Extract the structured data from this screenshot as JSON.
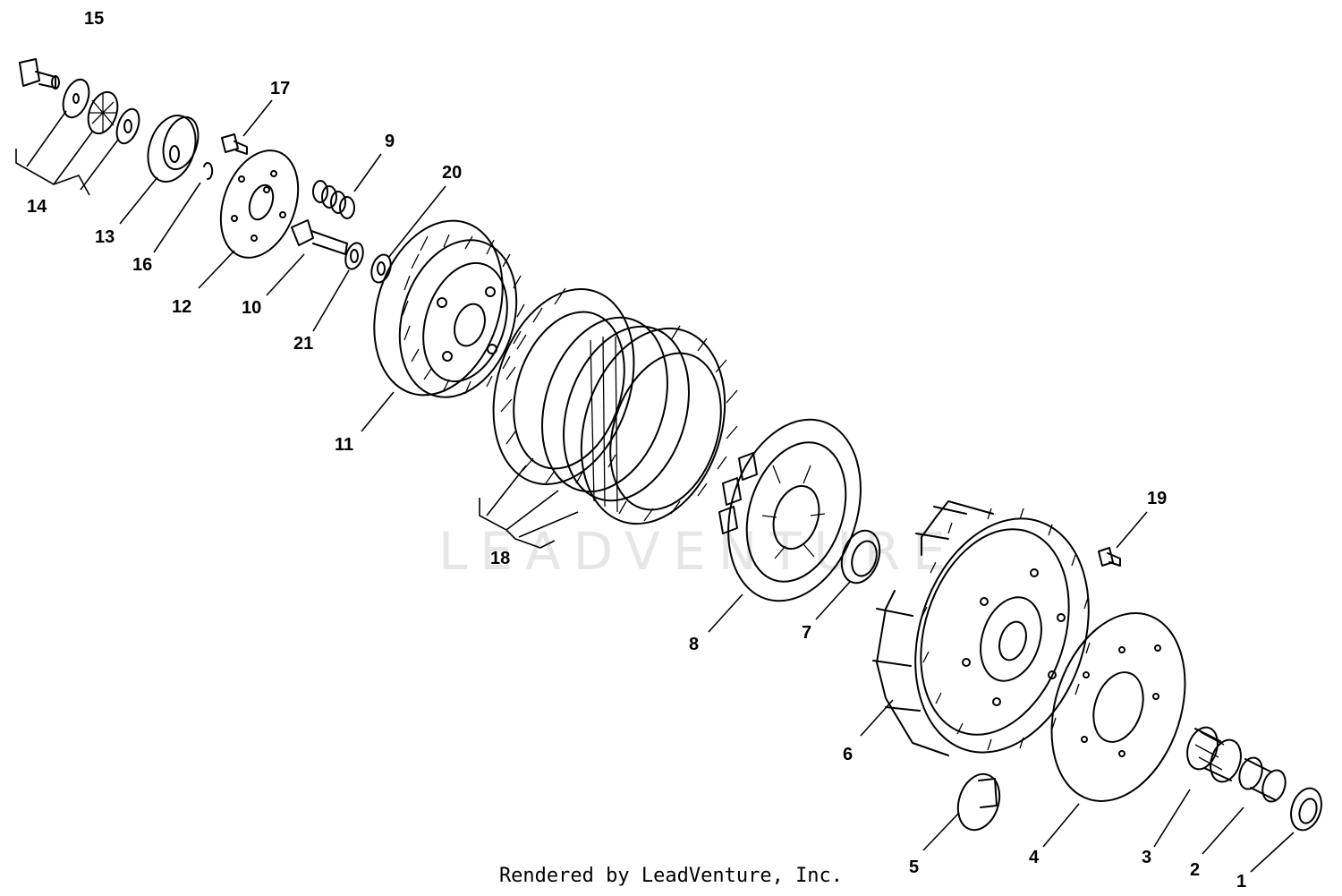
{
  "watermark": "LEADVENTURE",
  "footer": "Rendered by LeadVenture, Inc.",
  "callouts": {
    "c1": "1",
    "c2": "2",
    "c3": "3",
    "c4": "4",
    "c5": "5",
    "c6": "6",
    "c7": "7",
    "c8": "8",
    "c9": "9",
    "c10": "10",
    "c11": "11",
    "c12": "12",
    "c13": "13",
    "c14": "14",
    "c15": "15",
    "c16": "16",
    "c17": "17",
    "c18": "18",
    "c19": "19",
    "c20": "20",
    "c21": "21"
  }
}
